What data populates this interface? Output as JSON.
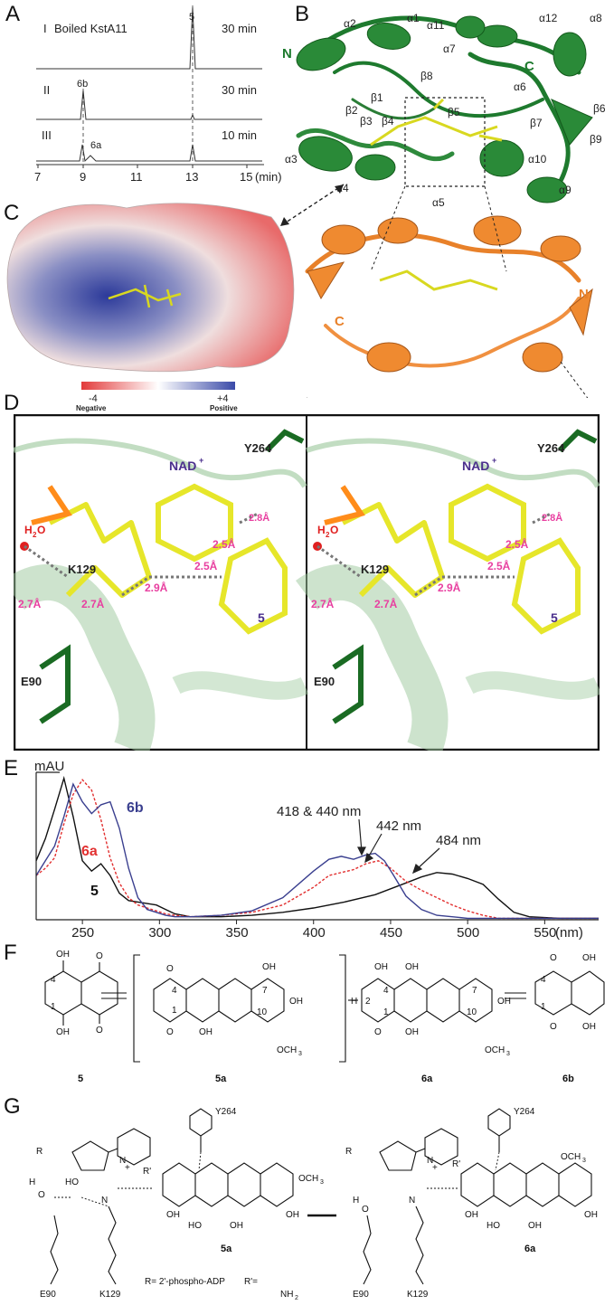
{
  "panels": {
    "A": "A",
    "B": "B",
    "C": "C",
    "D": "D",
    "E": "E",
    "F": "F",
    "G": "G"
  },
  "panel_a": {
    "traces": [
      {
        "roman": "I",
        "label": "Boiled KstA11",
        "time": "30 min",
        "peaks": [
          "5"
        ]
      },
      {
        "roman": "II",
        "label": "",
        "time": "30 min",
        "peaks": [
          "6b"
        ]
      },
      {
        "roman": "III",
        "label": "",
        "time": "10 min",
        "peaks": [
          "6a"
        ]
      }
    ],
    "x_ticks": [
      "7",
      "9",
      "11",
      "13",
      "15"
    ],
    "x_unit": "(min)"
  },
  "panel_b": {
    "helices": [
      "α1",
      "α2",
      "α3",
      "α4",
      "α5",
      "α6",
      "α7",
      "α8",
      "α9",
      "α10",
      "α11",
      "α12"
    ],
    "strands": [
      "β1",
      "β2",
      "β3",
      "β4",
      "β5",
      "β6",
      "β7",
      "β8",
      "β9"
    ],
    "n_term": "N",
    "c_term": "C",
    "n_term_2": "N",
    "c_term_2": "C",
    "colors": {
      "chain_a": "#1e7a2e",
      "chain_b": "#e8812a",
      "ligand": "#e6e62a"
    }
  },
  "panel_c": {
    "scale_min": "-4",
    "scale_max": "+4",
    "neg_label": "Negative",
    "pos_label": "Positive",
    "colors": {
      "negative": "#e23a3a",
      "neutral": "#ffffff",
      "positive": "#3a4aa8"
    }
  },
  "panel_d": {
    "labels": {
      "y264": "Y264",
      "nad": "NAD",
      "nad_sup": "+",
      "h2o_h": "H",
      "h2o_2": "2",
      "h2o_o": "O",
      "k129": "K129",
      "e90": "E90",
      "cmpd": "5",
      "d1": "2.8Å",
      "d2": "2.5Å",
      "d3": "2.5Å",
      "d4": "2.9Å",
      "d5": "2.7Å",
      "d6": "2.7Å"
    },
    "colors": {
      "distance": "#e83fa0",
      "residue": "#1a6b23",
      "label": "#4a2f8c"
    }
  },
  "chart_data": {
    "type": "line",
    "ylabel": "mAU",
    "x_unit": "(nm)",
    "xlim": [
      220,
      585
    ],
    "x_ticks": [
      250,
      300,
      350,
      400,
      450,
      500,
      550
    ],
    "annotations": [
      "418 & 440 nm",
      "442 nm",
      "484 nm"
    ],
    "series": [
      {
        "name": "5",
        "color": "#111111",
        "dash": false,
        "x": [
          220,
          226,
          232,
          238,
          244,
          250,
          256,
          262,
          268,
          274,
          280,
          286,
          292,
          298,
          304,
          310,
          320,
          340,
          360,
          380,
          400,
          420,
          440,
          460,
          470,
          480,
          490,
          500,
          510,
          520,
          530,
          540,
          560,
          585
        ],
        "y": [
          0.4,
          0.55,
          0.75,
          0.96,
          0.7,
          0.4,
          0.33,
          0.38,
          0.3,
          0.18,
          0.13,
          0.12,
          0.11,
          0.1,
          0.07,
          0.04,
          0.02,
          0.02,
          0.03,
          0.05,
          0.08,
          0.12,
          0.17,
          0.25,
          0.29,
          0.32,
          0.31,
          0.28,
          0.24,
          0.14,
          0.05,
          0.02,
          0.01,
          0.01
        ]
      },
      {
        "name": "6a",
        "color": "#e23030",
        "dash": true,
        "x": [
          220,
          226,
          232,
          238,
          244,
          250,
          256,
          262,
          268,
          274,
          280,
          286,
          292,
          298,
          304,
          310,
          320,
          340,
          360,
          380,
          400,
          410,
          418,
          426,
          434,
          442,
          450,
          460,
          470,
          480,
          490,
          500,
          510,
          520,
          540,
          585
        ],
        "y": [
          0.3,
          0.35,
          0.42,
          0.65,
          0.85,
          0.95,
          0.88,
          0.68,
          0.42,
          0.25,
          0.15,
          0.1,
          0.08,
          0.06,
          0.04,
          0.03,
          0.02,
          0.03,
          0.05,
          0.1,
          0.22,
          0.3,
          0.32,
          0.34,
          0.38,
          0.4,
          0.35,
          0.26,
          0.2,
          0.15,
          0.1,
          0.06,
          0.03,
          0.01,
          0.01,
          0.01
        ]
      },
      {
        "name": "6b",
        "color": "#3a3f8f",
        "dash": false,
        "x": [
          220,
          226,
          232,
          238,
          244,
          250,
          256,
          262,
          268,
          274,
          280,
          286,
          292,
          298,
          304,
          310,
          320,
          340,
          360,
          380,
          400,
          410,
          418,
          426,
          434,
          440,
          446,
          452,
          460,
          470,
          480,
          500,
          540,
          585
        ],
        "y": [
          0.3,
          0.4,
          0.5,
          0.7,
          0.92,
          0.8,
          0.72,
          0.78,
          0.8,
          0.62,
          0.35,
          0.15,
          0.07,
          0.05,
          0.03,
          0.02,
          0.02,
          0.03,
          0.06,
          0.15,
          0.33,
          0.41,
          0.43,
          0.41,
          0.44,
          0.45,
          0.4,
          0.3,
          0.16,
          0.07,
          0.03,
          0.01,
          0.01,
          0.01
        ]
      }
    ]
  },
  "panel_f": {
    "compounds": [
      "5",
      "5a",
      "6a",
      "6b"
    ],
    "atoms": {
      "oh": "OH",
      "o": "O",
      "h": "H",
      "ome": "OCH",
      "ome_sub": "3"
    },
    "numbers": [
      "4",
      "1",
      "7",
      "10",
      "2",
      "3"
    ]
  },
  "panel_g": {
    "labels": {
      "y264": "Y264",
      "k129": "K129",
      "e90": "E90",
      "cmpd_left": "5a",
      "cmpd_right": "6a",
      "r_def": "R= 2'-phospho-ADP",
      "rprime_def": "R'=",
      "nh2": "NH",
      "nh2_sub": "2",
      "r": "R",
      "rprime": "R'",
      "ome": "OCH",
      "ome_sub": "3",
      "ho": "HO",
      "oh": "OH",
      "h": "H",
      "o": "O",
      "n": "N",
      "nh": "N",
      "plus": "+"
    }
  }
}
